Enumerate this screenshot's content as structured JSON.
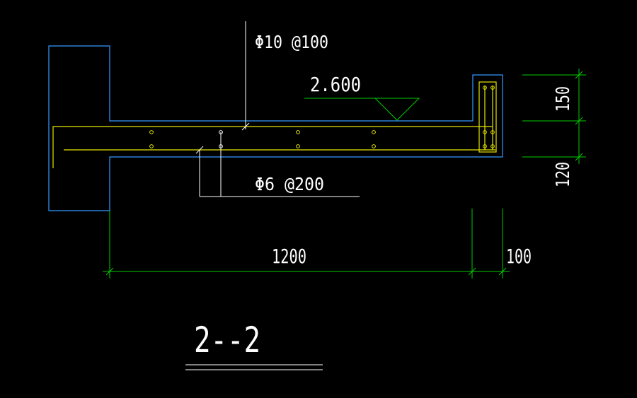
{
  "drawing": {
    "annotations": {
      "top_rebar": "Φ10 @100",
      "bottom_rebar": "Φ6 @200",
      "elevation": "2.600"
    },
    "dimensions": {
      "span_length": "1200",
      "upstand_width": "100",
      "upstand_height": "150",
      "slab_thickness": "120"
    },
    "section_label": "2--2"
  },
  "colors": {
    "background": "#000000",
    "concrete_outline": "#3399ff",
    "rebar": "#e6e600",
    "dimension": "#00cc00",
    "annotation_text": "#ffffff",
    "leader": "#ffffff"
  }
}
